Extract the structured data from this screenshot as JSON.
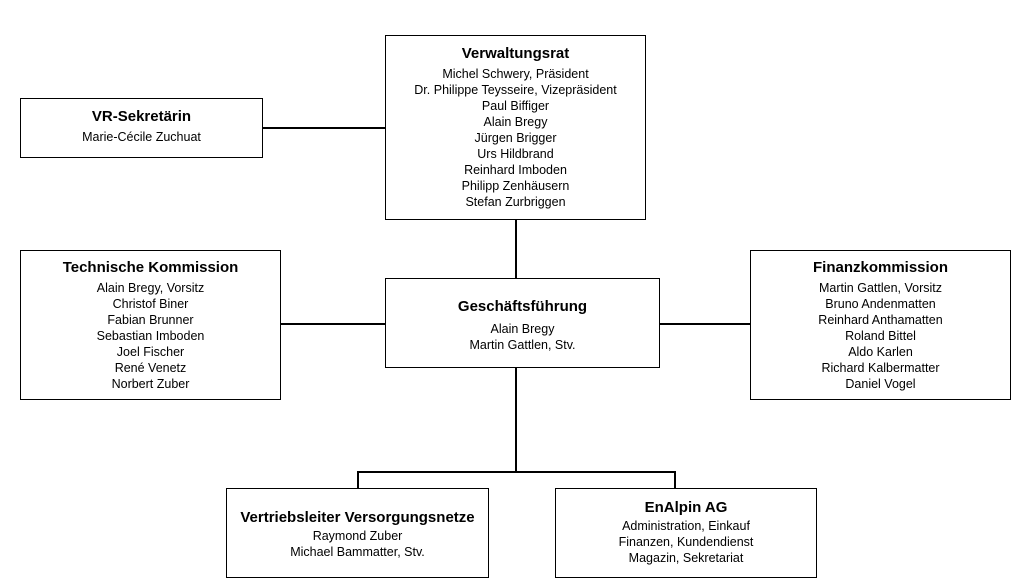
{
  "verwaltungsrat": {
    "title": "Verwaltungsrat",
    "members": [
      "Michel Schwery, Präsident",
      "Dr. Philippe Teysseire, Vizepräsident",
      "Paul Biffiger",
      "Alain Bregy",
      "Jürgen Brigger",
      "Urs Hildbrand",
      "Reinhard Imboden",
      "Philipp Zenhäusern",
      "Stefan Zurbriggen"
    ]
  },
  "vr_sekretaerin": {
    "title": "VR-Sekretärin",
    "members": [
      "Marie-Cécile Zuchuat"
    ]
  },
  "technische_kommission": {
    "title": "Technische Kommission",
    "members": [
      "Alain Bregy, Vorsitz",
      "Christof Biner",
      "Fabian Brunner",
      "Sebastian Imboden",
      "Joel Fischer",
      "René Venetz",
      "Norbert Zuber"
    ]
  },
  "geschaeftsfuehrung": {
    "title": "Geschäftsführung",
    "members": [
      "Alain Bregy",
      "Martin Gattlen, Stv."
    ]
  },
  "finanzkommission": {
    "title": "Finanzkommission",
    "members": [
      "Martin Gattlen, Vorsitz",
      "Bruno Andenmatten",
      "Reinhard Anthamatten",
      "Roland Bittel",
      "Aldo Karlen",
      "Richard Kalbermatter",
      "Daniel Vogel"
    ]
  },
  "vertriebsleiter": {
    "title": "Vertriebsleiter Versorgungsnetze",
    "members": [
      "Raymond Zuber",
      "Michael Bammatter, Stv."
    ]
  },
  "enalpin": {
    "title": "EnAlpin AG",
    "members": [
      "Administration, Einkauf",
      "Finanzen, Kundendienst",
      "Magazin, Sekretariat"
    ]
  }
}
